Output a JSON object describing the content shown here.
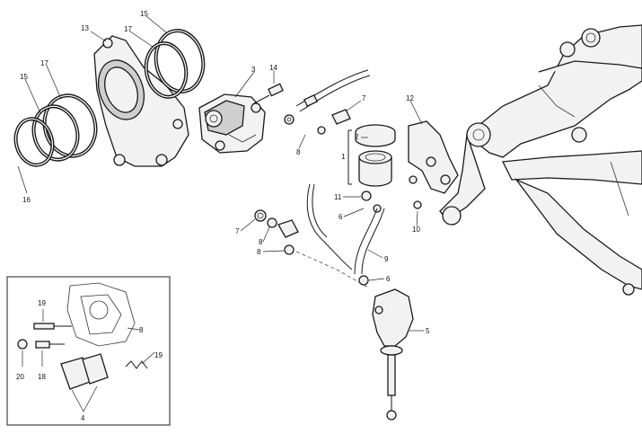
{
  "diagram": {
    "callouts": {
      "c1": "1",
      "c2": "2",
      "c3": "3",
      "c4": "4",
      "c5": "5",
      "c6a": "6",
      "c6b": "6",
      "c7a": "7",
      "c7b": "7",
      "c8a": "8",
      "c8b": "8",
      "c8c": "8",
      "c9": "9",
      "c10": "10",
      "c11": "11",
      "c12": "12",
      "c13": "13",
      "c14": "14",
      "c15a": "15",
      "c15b": "15",
      "c16": "16",
      "c17a": "17",
      "c17b": "17",
      "c18": "18",
      "c19a": "19",
      "c19b": "19",
      "c20": "20"
    }
  }
}
